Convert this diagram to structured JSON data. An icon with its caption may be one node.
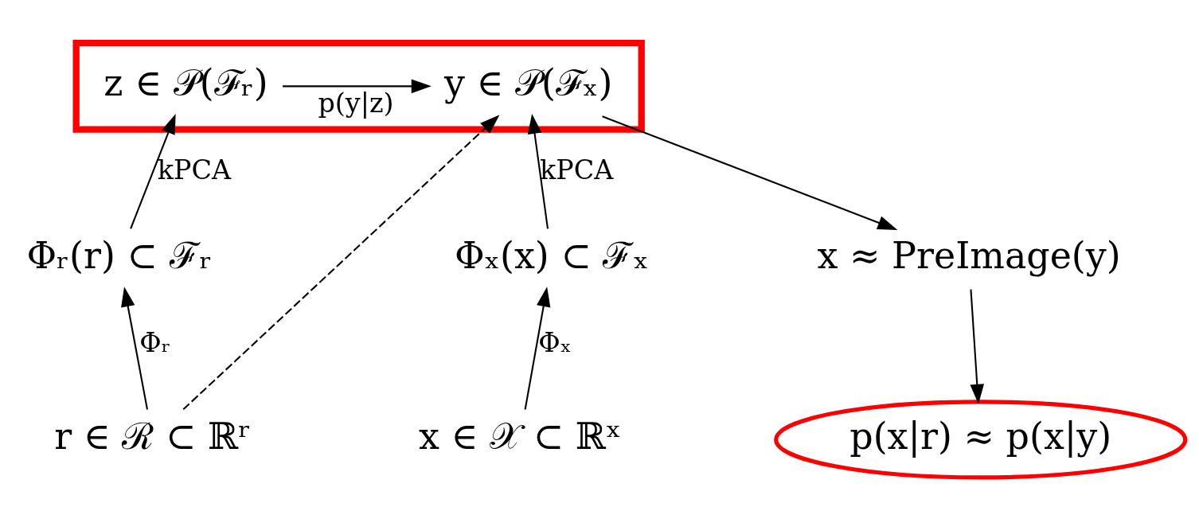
{
  "diagram": {
    "nodes": [
      {
        "text": [],
        "shape": "box"
      },
      {
        "text": [
          "z ∈ 𝒫(ℱᵣ)"
        ],
        "in": 0
      },
      {
        "text": [
          "y ∈ 𝒫(ℱₓ)"
        ],
        "in": 0
      },
      {
        "text": [
          "Φᵣ(r) ⊂ ℱᵣ"
        ]
      },
      {
        "text": [
          "Φₓ(x) ⊂ ℱₓ"
        ]
      },
      {
        "text": [
          "x ≈ PreImage(y)"
        ]
      },
      {
        "text": [
          "r ∈ ℛ ⊂ ℝʳ"
        ]
      },
      {
        "text": [
          "x ∈ 𝒳 ⊂ ℝˣ"
        ]
      },
      {
        "text": [
          "p(x|r) ≈ p(x|y)"
        ]
      }
    ],
    "edges": [
      {
        "from": 1,
        "to": 2,
        "arrow": "to",
        "label": "p(y|z)"
      },
      {
        "from": 3,
        "to": 1,
        "arrow": "to",
        "label": "kPCA"
      },
      {
        "from": 6,
        "to": 3,
        "arrow": "to",
        "label": "Φᵣ"
      },
      {
        "from": 6,
        "to": 2,
        "arrow": "to",
        "style": "dashed"
      },
      {
        "from": 4,
        "to": 2,
        "arrow": "to",
        "label": "kPCA"
      },
      {
        "from": 7,
        "to": 4,
        "arrow": "to",
        "label": "Φₓ"
      },
      {
        "from": 2,
        "to": 5,
        "arrow": "to"
      },
      {
        "from": 5,
        "to": 8,
        "arrow": "to"
      }
    ]
  }
}
